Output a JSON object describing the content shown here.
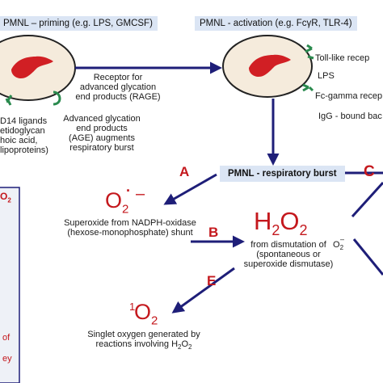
{
  "boxes": {
    "priming": "PMNL – priming (e.g. LPS, GMCSF)",
    "activation_prefix": "PMNL - activation (e.g. Fc",
    "activation_gamma": "γ",
    "activation_suffix": "R, TLR-4)",
    "respiratory_burst": "PMNL - respiratory burst"
  },
  "labels": {
    "rage": [
      "Receptor for",
      "advanced glycation",
      "end products (RAGE)"
    ],
    "age": [
      "Advanced glycation",
      "end products",
      "(AGE) augments",
      "respiratory burst"
    ],
    "cd14": [
      "D14 ligands",
      "etidoglycan",
      "hoic acid,",
      "lipoproteins)"
    ],
    "tlr": "Toll-like recep",
    "lps": "LPS",
    "fc_gamma": "Fc-gamma recep",
    "igg": "IgG - bound bac",
    "superoxide": [
      "Superoxide from NADPH-oxidase",
      "(hexose-monophosphate) shunt"
    ],
    "dismutation": [
      "from dismutation of",
      "(spontaneous or",
      "superoxide dismutase)"
    ],
    "singlet": [
      "Singlet oxygen generated by",
      "reactions involving H"
    ],
    "singlet_sub": "2",
    "singlet_tail": "O",
    "singlet_sub2": "2"
  },
  "letters": {
    "a": "A",
    "b": "B",
    "c": "C",
    "e": "E"
  },
  "species": {
    "o2_main": "O",
    "o2_sub": "2",
    "o2_minus": "–",
    "o2_dot": "·",
    "h2o2_h": "H",
    "h2o2_2a": "2",
    "h2o2_o": "O",
    "h2o2_2b": "2",
    "dismut_o": "O",
    "dismut_sub": "2",
    "dismut_minus": "–",
    "singlet_o": "O",
    "singlet_sub": "2",
    "singlet_mark": "1"
  },
  "left_panel": {
    "o2_fragment": "O",
    "o2_fragment_sub": "2",
    "frag1": "of",
    "frag2": "ey"
  },
  "colors": {
    "arrow": "#1e1e78",
    "accent_red": "#c4181d",
    "cell_fill": "#f5ebdc",
    "cell_stroke": "#222222",
    "nucleus": "#d11f24",
    "receptor": "#2a8a4e",
    "box_fill": "#dbe5f4",
    "panel_fill": "#eef1f7"
  }
}
